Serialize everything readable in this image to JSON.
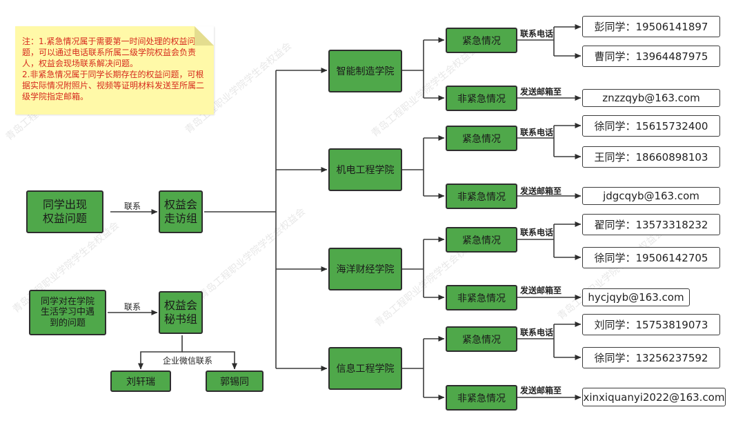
{
  "note": {
    "line1": "注：1.紧急情况属于需要第一时间处理的权益问题，可以通过电话联系所属二级学院权益会负责人，权益会现场联系解决问题。",
    "line2": "2.非紧急情况属于同学长期存在的权益问题，可根据实际情况附照片、视频等证明材料发送至所属二级学院指定邮箱。"
  },
  "watermark": "青岛工程职业学院学生会权益会",
  "left": {
    "issue1": [
      "同学出现",
      "权益问题"
    ],
    "issue2": [
      "同学对在学院",
      "生活学习中遇",
      "到的问题"
    ],
    "contact1": "联系",
    "contact2": "联系",
    "team1": [
      "权益会",
      "走访组"
    ],
    "team2": [
      "权益会",
      "秘书组"
    ],
    "wechat_label": "企业微信联系",
    "person1": "刘轩瑞",
    "person2": "郭锡同"
  },
  "colleges": [
    {
      "name": "智能制造学院",
      "urgent": "紧急情况",
      "urgent_label": "联系电话",
      "contacts": [
        "彭同学：19506141897",
        "曹同学：13964487975"
      ],
      "nonurgent": "非紧急情况",
      "nonurgent_label": "发送邮箱至",
      "email": "znzzqyb@163.com"
    },
    {
      "name": "机电工程学院",
      "urgent": "紧急情况",
      "urgent_label": "联系电话",
      "contacts": [
        "徐同学：15615732400",
        "王同学：18660898103"
      ],
      "nonurgent": "非紧急情况",
      "nonurgent_label": "发送邮箱至",
      "email": "jdgcqyb@163.com"
    },
    {
      "name": "海洋财经学院",
      "urgent": "紧急情况",
      "urgent_label": "联系电话",
      "contacts": [
        "翟同学：13573318232",
        "徐同学：19506142705"
      ],
      "nonurgent": "非紧急情况",
      "nonurgent_label": "发送邮箱至",
      "email": "hycjqyb@163.com"
    },
    {
      "name": "信息工程学院",
      "urgent": "紧急情况",
      "urgent_label": "联系电话",
      "contacts": [
        "刘同学：15753819073",
        "徐同学：13256237592"
      ],
      "nonurgent": "非紧急情况",
      "nonurgent_label": "发送邮箱至",
      "email": "xinxiquanyi2022@163.com"
    }
  ]
}
